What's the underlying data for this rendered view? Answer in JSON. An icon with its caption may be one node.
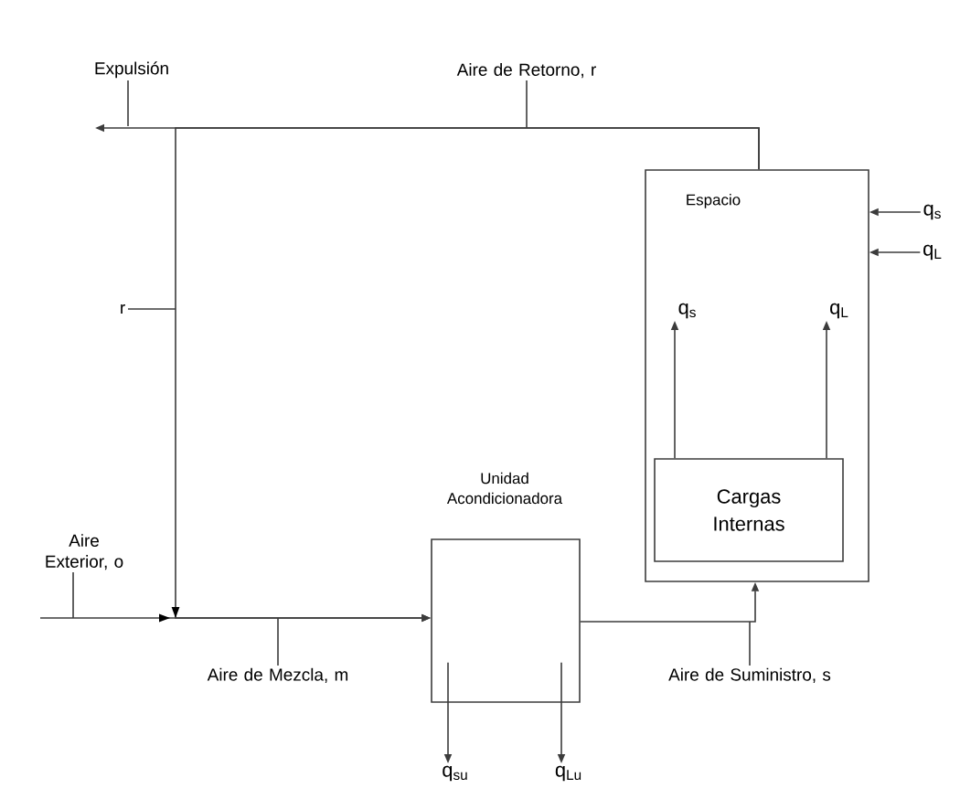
{
  "diagram": {
    "nodes": [
      {
        "text": [
          "Espacio"
        ]
      },
      {
        "text": [
          "Cargas Internas"
        ],
        "in": 0
      },
      {
        "text": [
          "Unidad Acondicionadora"
        ]
      },
      {
        "text": [
          "q$_{s}$"
        ],
        "in": 0
      },
      {
        "text": [
          "q$_{L}$"
        ],
        "in": 0
      },
      {
        "text": [
          "q$_{s}$"
        ]
      },
      {
        "text": [
          "q$_{L}$"
        ]
      },
      {
        "text": [
          "q$_{su}$"
        ]
      },
      {
        "text": [
          "q$_{Lu}$"
        ]
      },
      {
        "text": [
          "Aire de Retorno, r"
        ]
      },
      {
        "text": [
          "Expulsión"
        ]
      },
      {
        "text": [
          "r"
        ]
      },
      {
        "text": [
          "Aire Exterior, o"
        ]
      },
      {
        "text": [
          "Aire de Mezcla, m"
        ]
      },
      {
        "text": [
          "Aire de Suministro, s"
        ]
      }
    ],
    "edges": [
      {
        "from": 0,
        "to": null,
        "arrow": "to"
      },
      {
        "from": 0,
        "to": 2,
        "arrow": "to"
      },
      {
        "from": null,
        "to": 2,
        "arrow": "to"
      },
      {
        "from": 2,
        "to": 0,
        "arrow": "to"
      },
      {
        "from": 1,
        "to": 3,
        "arrow": "to"
      },
      {
        "from": 1,
        "to": 4,
        "arrow": "to"
      },
      {
        "from": 5,
        "to": 0,
        "arrow": "to"
      },
      {
        "from": 6,
        "to": 0,
        "arrow": "to"
      },
      {
        "from": 2,
        "to": 7,
        "arrow": "to"
      },
      {
        "from": 2,
        "to": 8,
        "arrow": "to"
      },
      {
        "from": 9,
        "to": null,
        "arrow": "none"
      },
      {
        "from": 10,
        "to": null,
        "arrow": "none"
      },
      {
        "from": 11,
        "to": null,
        "arrow": "none"
      },
      {
        "from": 12,
        "to": null,
        "arrow": "none"
      },
      {
        "from": 13,
        "to": null,
        "arrow": "none"
      },
      {
        "from": 14,
        "to": null,
        "arrow": "none"
      }
    ]
  }
}
